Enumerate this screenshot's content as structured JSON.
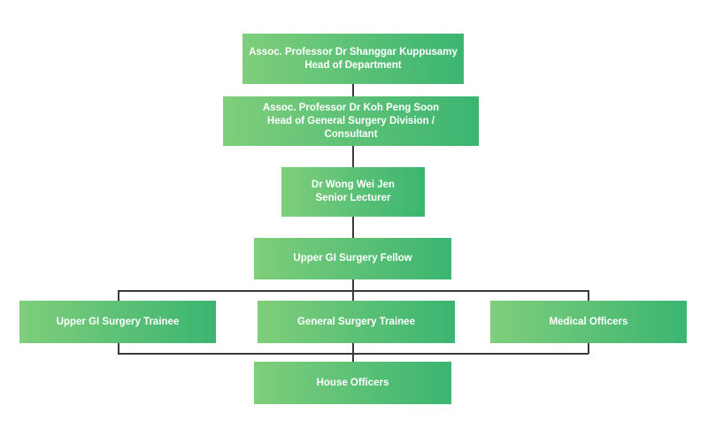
{
  "org_chart": {
    "head": {
      "name": "Assoc. Professor Dr Shanggar Kuppusamy",
      "role": "Head of Department"
    },
    "division_head": {
      "name": "Assoc. Professor Dr Koh Peng Soon",
      "role": "Head of General Surgery Division /",
      "role_line2": "Consultant"
    },
    "senior_lecturer": {
      "name": "Dr Wong Wei Jen",
      "role": "Senior Lecturer"
    },
    "fellow": {
      "title": "Upper GI Surgery Fellow"
    },
    "trainees": [
      {
        "title": "Upper GI Surgery Trainee"
      },
      {
        "title": "General Surgery Trainee"
      },
      {
        "title": "Medical Officers"
      }
    ],
    "house_officers": {
      "title": "House Officers"
    }
  },
  "colors": {
    "box_gradient_start": "#7fce7b",
    "box_gradient_end": "#3bb571",
    "box_text": "#ffffff",
    "connector": "#3a3a3a"
  }
}
